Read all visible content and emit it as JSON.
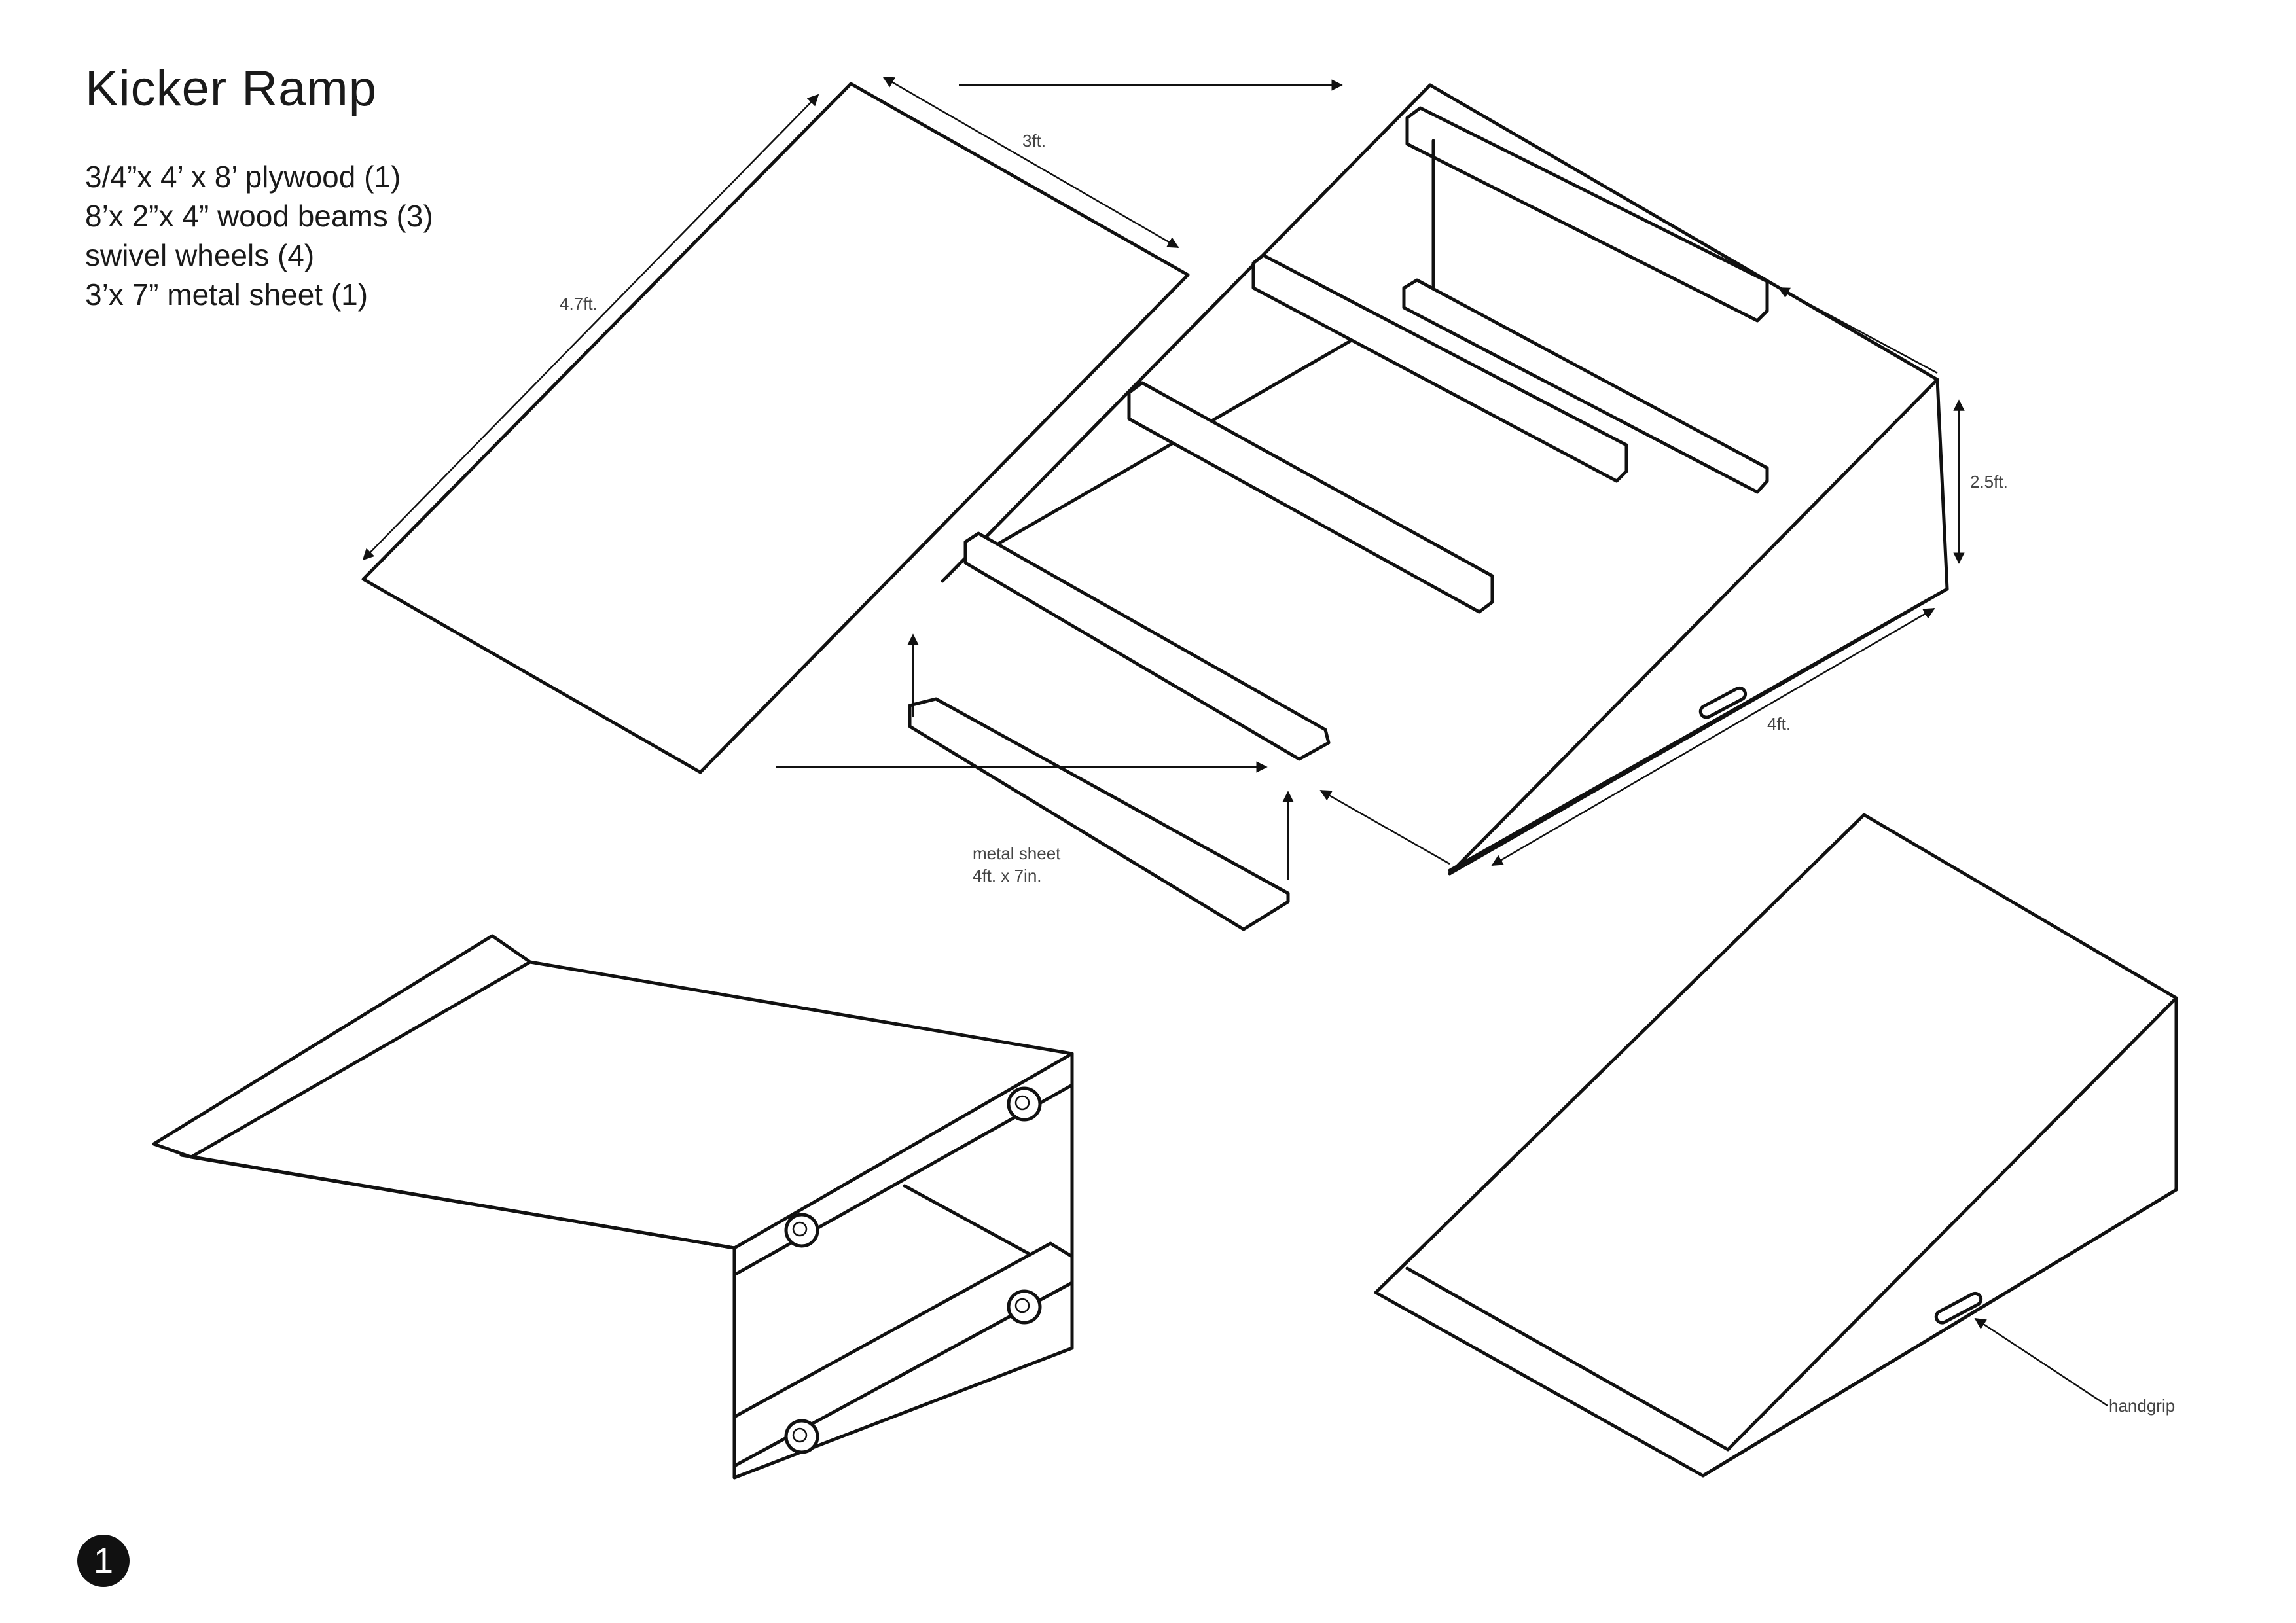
{
  "title": "Kicker Ramp",
  "materials": [
    "3/4”x 4’ x 8’ plywood (1)",
    "8’x 2”x 4” wood beams (3)",
    "swivel wheels (4)",
    "3’x 7” metal sheet (1)"
  ],
  "dimensions": {
    "panel_length": "4.7ft.",
    "panel_width": "3ft.",
    "height": "2.5ft.",
    "base_length": "4ft."
  },
  "labels": {
    "metal_sheet_line1": "metal sheet",
    "metal_sheet_line2": "4ft. x 7in.",
    "handgrip": "handgrip"
  },
  "page_number": "1"
}
